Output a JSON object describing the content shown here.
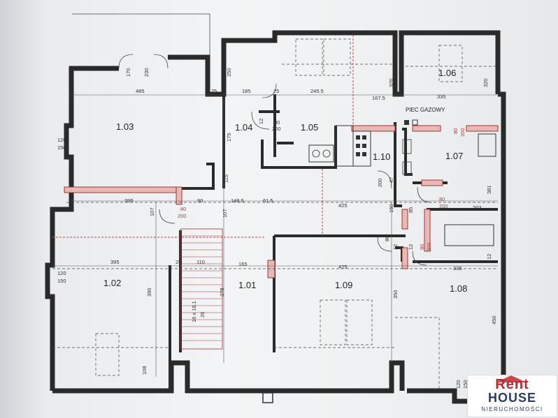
{
  "rooms": {
    "r101": "1.01",
    "r102": "1.02",
    "r103": "1.03",
    "r104": "1.04",
    "r105": "1.05",
    "r106": "1.06",
    "r107": "1.07",
    "r108": "1.08",
    "r109": "1.09",
    "r110": "1.10"
  },
  "labels": {
    "gas_stove": "PIEC GAZOWY"
  },
  "dimensions": {
    "d485": "485",
    "d25a": "25",
    "d185": "185",
    "d25b": "25",
    "d2455": "245.5",
    "d1675": "167.5",
    "d335top": "335",
    "d320a": "320",
    "d320b": "320",
    "d250": "250",
    "d175": "175",
    "d115": "115",
    "d170": "170",
    "d230": "230",
    "d12a": "12",
    "d120a": "120",
    "d150a": "150",
    "d120b": "120",
    "d150b": "150",
    "d395a": "395",
    "d107a": "107",
    "d90": "90",
    "d1485": "148.5",
    "d107b": "107",
    "d615": "61.5",
    "d425a": "425",
    "d160": "160",
    "d85": "85",
    "d203": "203",
    "d381": "381",
    "d12b": "12",
    "d395b": "395",
    "d25c": "25",
    "d110": "110",
    "d165": "165",
    "d425b": "425",
    "d335b": "335",
    "d390": "390",
    "d378": "378",
    "d350": "350",
    "d450": "450",
    "d108": "108",
    "d120c": "120",
    "d150c": "150",
    "d47": "47",
    "d12c": "12",
    "d12d": "12",
    "stairs_a": "16 x 18.1",
    "stairs_b": "26"
  },
  "doors": {
    "door105a": "80",
    "door105b": "200",
    "door103a": "80",
    "door103b": "200",
    "door107a": "80",
    "door107b": "200",
    "door108a": "80",
    "door108b": "200",
    "door106a": "80",
    "door106b": "200",
    "door109a": "80",
    "door109b": "200"
  },
  "logo": {
    "line1": "Rent",
    "line2": "HOUSE",
    "line3": "NIERUCHOMOŚCI"
  },
  "colors": {
    "wall": "#2a2a2a",
    "hatch": "#e7b9b6",
    "accent_red": "#c0272d",
    "accent_blue": "#2b3a6b"
  }
}
